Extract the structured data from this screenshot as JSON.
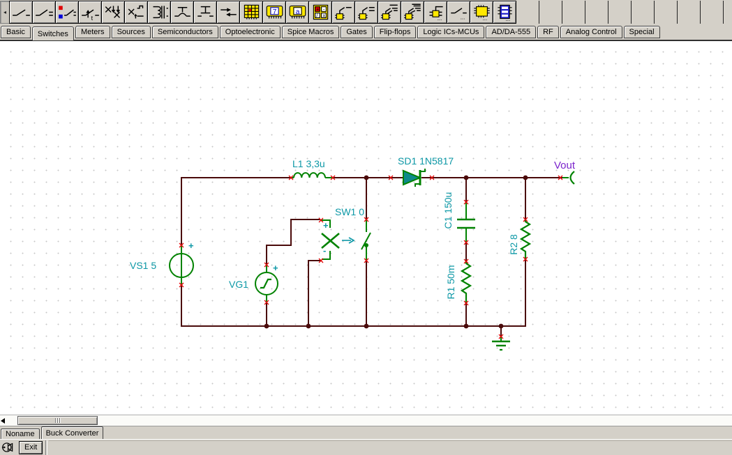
{
  "colors": {
    "chrome": "#d4d0c8",
    "wire": "#4a0a0a",
    "component": "#008200",
    "label": "#0d98a6",
    "net_label": "#7b24cc",
    "terminal": "#e00000",
    "diode_fill": "#0e8a8a",
    "canvas": "#ffffff",
    "grid_dot": "#c8c8c8"
  },
  "toolbar": {
    "scroll_left_icon": "scroll-left-arrow-icon",
    "buttons": [
      "switch-spst-icon",
      "switch-spdt-icon",
      "switch-latching-icon",
      "switch-timed-icon",
      "switch-controlled-x-icon",
      "switch-controlled-pulse-icon",
      "relay-coil-icon",
      "pushbutton-no-icon",
      "pushbutton-nc-icon",
      "jumper-icon",
      "keypad-icon",
      "display-chip-7-icon",
      "display-chip-a-icon",
      "dip-switch-icon",
      "relay-spst-icon",
      "relay-spdt-icon",
      "relay-dpst-icon",
      "relay-dpdt-icon",
      "relay-mini-icon",
      "switch-sampled-icon",
      "ic-yellow-icon",
      "ic-blue-icon"
    ],
    "empty_slots": 9
  },
  "component_tabs": [
    {
      "label": "Basic",
      "active": false
    },
    {
      "label": "Switches",
      "active": true
    },
    {
      "label": "Meters",
      "active": false
    },
    {
      "label": "Sources",
      "active": false
    },
    {
      "label": "Semiconductors",
      "active": false
    },
    {
      "label": "Optoelectronic",
      "active": false
    },
    {
      "label": "Spice Macros",
      "active": false
    },
    {
      "label": "Gates",
      "active": false
    },
    {
      "label": "Flip-flops",
      "active": false
    },
    {
      "label": "Logic ICs-MCUs",
      "active": false
    },
    {
      "label": "AD/DA-555",
      "active": false
    },
    {
      "label": "RF",
      "active": false
    },
    {
      "label": "Analog Control",
      "active": false
    },
    {
      "label": "Special",
      "active": false
    }
  ],
  "schematic": {
    "labels": {
      "vs1": "VS1 5",
      "vg1": "VG1",
      "sw1": "SW1 0",
      "l1": "L1 3,3u",
      "sd1": "SD1 1N5817",
      "c1": "C1 150u",
      "r1": "R1 50m",
      "r2": "R2 8",
      "vout": "Vout"
    },
    "polarity": {
      "plus": "+",
      "minus": "-"
    }
  },
  "sheet_tabs": [
    {
      "label": "Noname",
      "active": false
    },
    {
      "label": "Buck Converter",
      "active": true
    }
  ],
  "bottom_bar": {
    "exit_label": "Exit",
    "logo_icon": "macro-logo-icon"
  }
}
